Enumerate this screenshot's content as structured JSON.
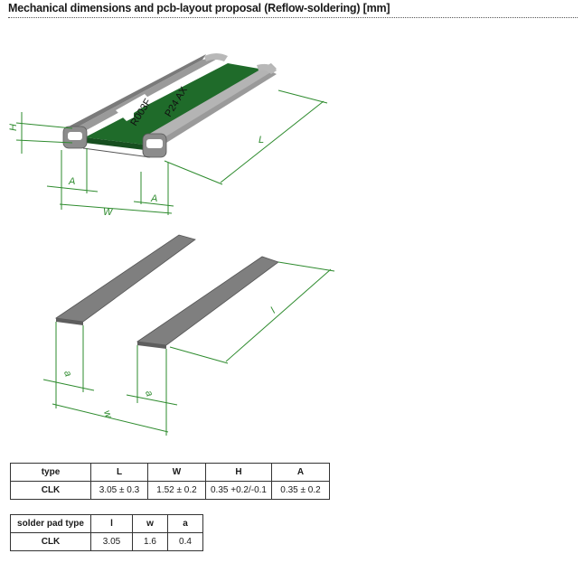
{
  "header": {
    "title": "Mechanical dimensions and pcb-layout proposal (Reflow-soldering) [mm]"
  },
  "component_marking": {
    "line1": "R003F",
    "line2": "P24 AX"
  },
  "drawing_labels": {
    "H": "H",
    "L": "L",
    "A": "A",
    "W": "W",
    "l": "l",
    "a": "a",
    "w": "w"
  },
  "colors": {
    "body_green": "#1f6b2a",
    "terminal_grey": "#8a8a8a",
    "dimension_green": "#2e8b2e"
  },
  "dimensions_table": {
    "headers": [
      "type",
      "L",
      "W",
      "H",
      "A"
    ],
    "rows": [
      [
        "CLK",
        "3.05 ± 0.3",
        "1.52 ± 0.2",
        "0.35 +0.2/-0.1",
        "0.35 ± 0.2"
      ]
    ]
  },
  "pad_table": {
    "headers": [
      "solder pad type",
      "l",
      "w",
      "a"
    ],
    "rows": [
      [
        "CLK",
        "3.05",
        "1.6",
        "0.4"
      ]
    ]
  }
}
